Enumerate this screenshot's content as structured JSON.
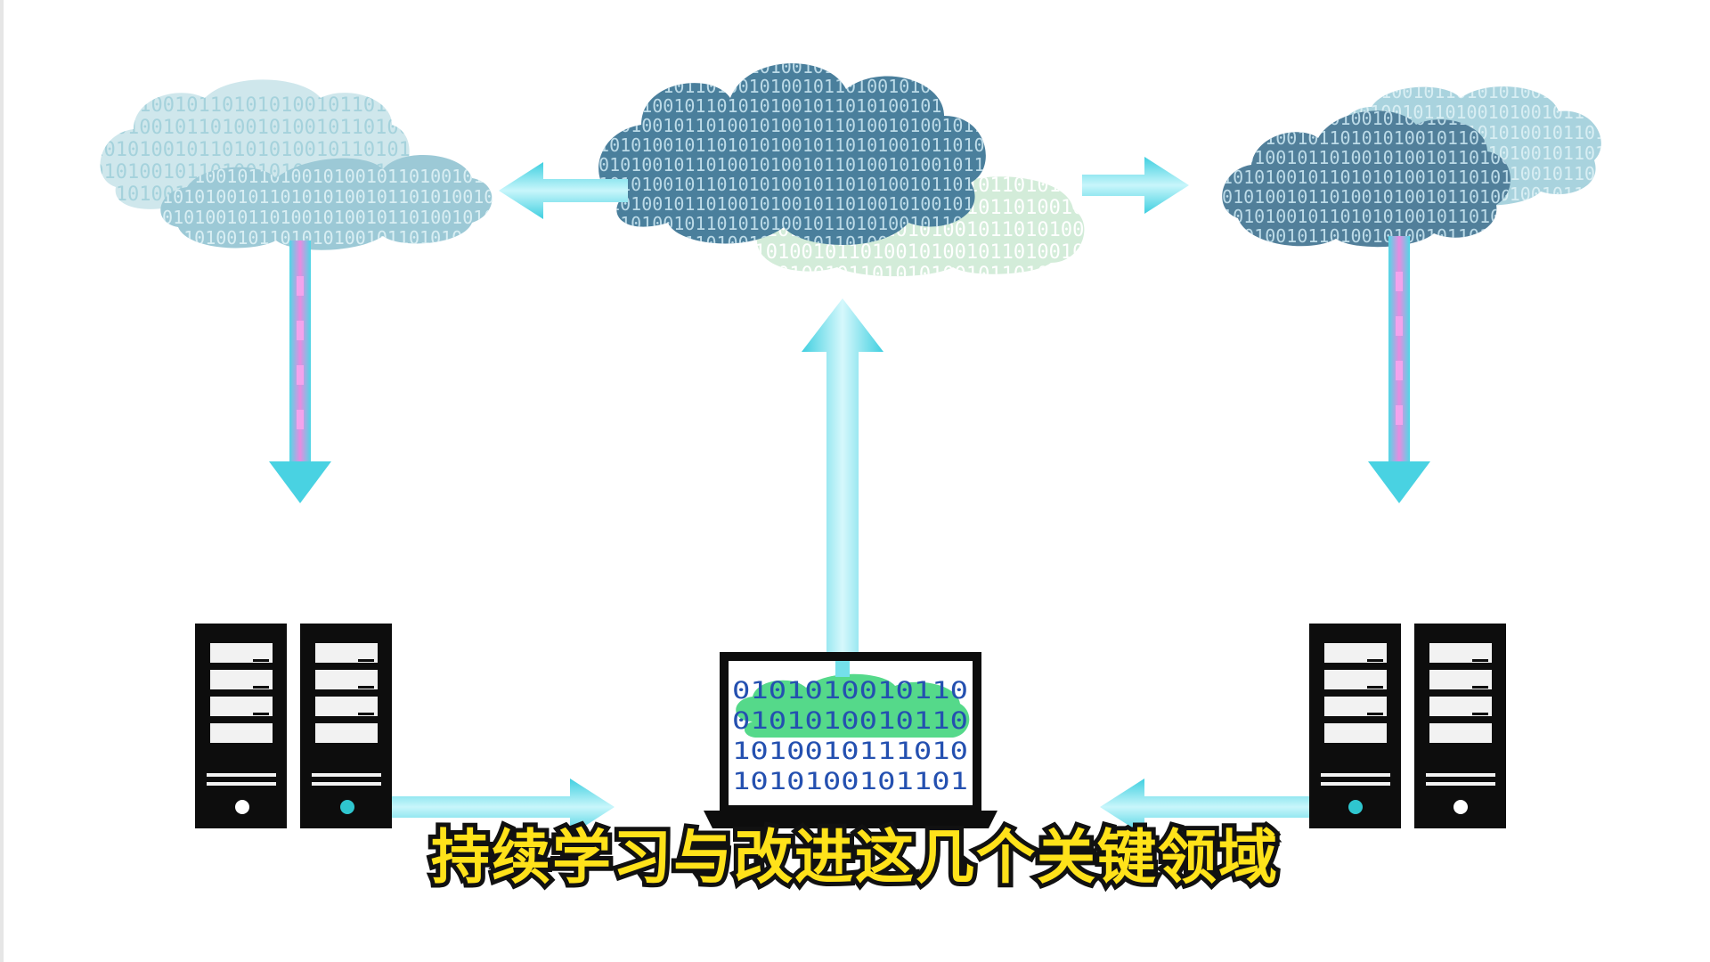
{
  "caption": "持续学习与改进这几个关键领域",
  "binary_patterns": {
    "line_a": "0101010010110101010010110101001011010100101",
    "line_b": "1010100101101001010010110100101001011010010",
    "screen_1": "0101010010110",
    "screen_2": "0101010010110",
    "screen_3": "1010010111010",
    "screen_4": "1010100101101"
  },
  "colors": {
    "background": "#ffffff",
    "arrow": "#4fd8e6",
    "arrow_core": "#c8f6fb",
    "stream": "#e88be0",
    "cloud_dark": "#4a7f9c",
    "cloud_light": "#bfe0e8",
    "server": "#0d0d0d",
    "caption_fill": "#ffe21a",
    "caption_stroke": "#111111",
    "screen_text": "#2450b0",
    "screen_cloud": "#55d98a"
  },
  "icons": [
    "cloud-icon",
    "server-icon",
    "laptop-icon",
    "arrow-icon"
  ]
}
